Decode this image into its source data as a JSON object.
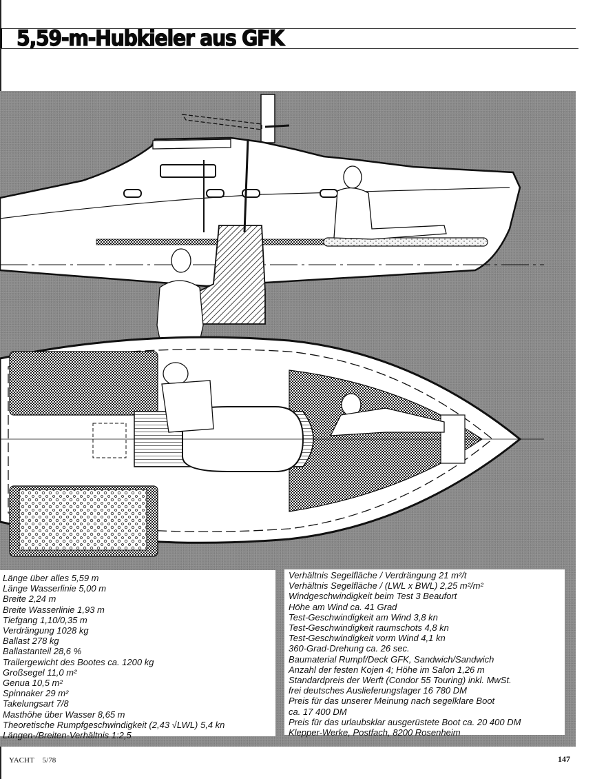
{
  "article": {
    "title": "5,59-m-Hubkieler aus GFK"
  },
  "illustration": {
    "views": [
      "side-section",
      "top-plan"
    ]
  },
  "specs_left": [
    "Länge über alles 5,59 m",
    "Länge Wasserlinie 5,00 m",
    "Breite 2,24 m",
    "Breite Wasserlinie 1,93 m",
    "Tiefgang 1,10/0,35 m",
    "Verdrängung 1028 kg",
    "Ballast 278 kg",
    "Ballastanteil 28,6 %",
    "Trailergewicht des Bootes ca. 1200 kg",
    "Großsegel 11,0 m²",
    "Genua 10,5 m²",
    "Spinnaker 29 m²",
    "Takelungsart 7/8",
    "Masthöhe über Wasser 8,65 m",
    "Theoretische Rumpfgeschwindigkeit (2,43 √LWL) 5,4 kn",
    "Längen-/Breiten-Verhältnis 1:2,5"
  ],
  "specs_right": [
    "Verhältnis Segelfläche / Verdrängung 21 m²/t",
    "Verhältnis Segelfläche / (LWL x BWL) 2,25 m²/m²",
    "Windgeschwindigkeit beim Test 3 Beaufort",
    "Höhe am Wind ca. 41 Grad",
    "Test-Geschwindigkeit am Wind 3,8 kn",
    "Test-Geschwindigkeit raumschots 4,8 kn",
    "Test-Geschwindigkeit vorm Wind 4,1 kn",
    "360-Grad-Drehung ca. 26 sec.",
    "Baumaterial Rumpf/Deck GFK, Sandwich/Sandwich",
    "Anzahl der festen Kojen 4; Höhe im Salon 1,26 m",
    "Standardpreis der Werft (Condor 55 Touring) inkl. MwSt.",
    "frei deutsches Auslieferungslager 16 780 DM",
    "Preis für das unserer Meinung nach segelklare Boot",
    "ca. 17 400 DM",
    "Preis für das urlaubsklar ausgerüstete Boot ca. 20 400 DM",
    "Klepper-Werke, Postfach, 8200 Rosenheim"
  ],
  "footer": {
    "magazine": "YACHT",
    "issue": "5/78",
    "page_number": "147"
  },
  "colors": {
    "panel_gray": "#8b8b8b",
    "ink": "#111111",
    "paper": "#ffffff"
  }
}
